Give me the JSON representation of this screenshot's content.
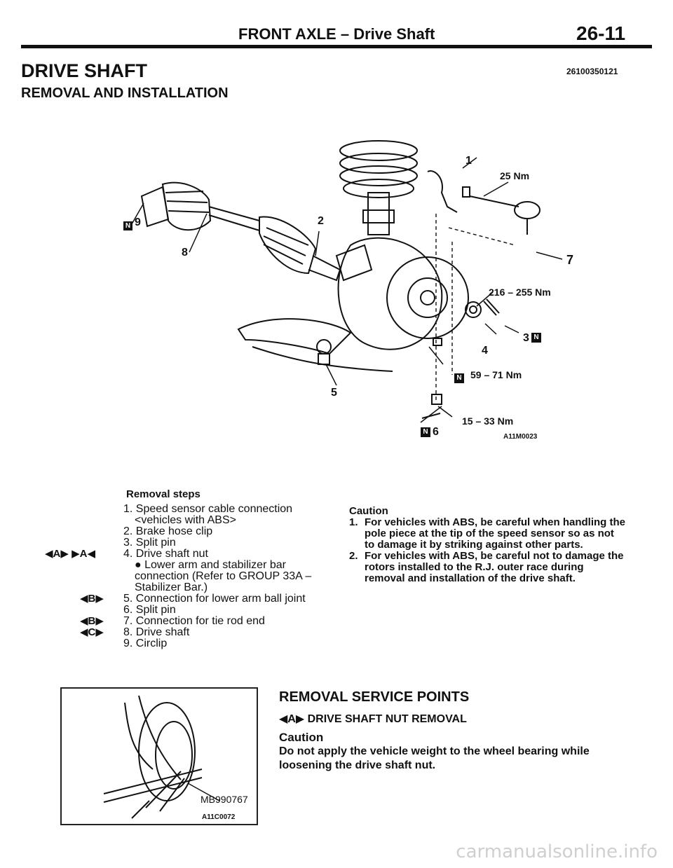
{
  "header": {
    "title": "FRONT AXLE – Drive Shaft",
    "page": "26-11"
  },
  "heading": {
    "main": "DRIVE SHAFT",
    "code": "26100350121",
    "sub": "REMOVAL AND INSTALLATION"
  },
  "diagram": {
    "code": "A11M0023",
    "callouts": {
      "c1": "1",
      "c2": "2",
      "c3": "3",
      "c4": "4",
      "c5": "5",
      "c6": "6",
      "c7": "7",
      "c8": "8",
      "c9": "9"
    },
    "torques": {
      "t1": "25 Nm",
      "t2": "216 – 255 Nm",
      "t3": "59 – 71 Nm",
      "t4": "15 – 33 Nm"
    },
    "new_mark": "N"
  },
  "removal_steps": {
    "title": "Removal steps",
    "steps": [
      {
        "ind": "",
        "text": "1. Speed sensor cable connection"
      },
      {
        "ind": "",
        "text": "<vehicles with ABS>"
      },
      {
        "ind": "",
        "text": "2. Brake hose clip"
      },
      {
        "ind": "",
        "text": "3. Split pin"
      },
      {
        "ind": "◀A▶  ▶A◀",
        "text": "4. Drive shaft nut"
      },
      {
        "ind": "",
        "text": "● Lower arm and stabilizer bar"
      },
      {
        "ind": "",
        "text": "connection (Refer to GROUP 33A –"
      },
      {
        "ind": "",
        "text": "Stabilizer Bar.)"
      },
      {
        "ind": "◀B▶",
        "text": "5. Connection for lower arm ball joint"
      },
      {
        "ind": "",
        "text": "6. Split pin"
      },
      {
        "ind": "◀B▶",
        "text": "7. Connection for tie rod end"
      },
      {
        "ind": "◀C▶",
        "text": "8. Drive shaft"
      },
      {
        "ind": "",
        "text": "9. Circlip"
      }
    ]
  },
  "caution": {
    "title": "Caution",
    "items": [
      {
        "num": "1.",
        "text": "For vehicles with ABS, be careful when handling the pole piece at the tip of the speed sensor so as not to damage it by striking against other parts."
      },
      {
        "num": "2.",
        "text": "For vehicles with ABS, be careful not to damage the rotors installed to the R.J. outer race during removal and installation of the drive shaft."
      }
    ]
  },
  "figure2": {
    "tool": "MB990767",
    "code": "A11C0072"
  },
  "service_points": {
    "title": "REMOVAL SERVICE POINTS",
    "sub_marker": "◀A▶",
    "sub": "DRIVE SHAFT NUT REMOVAL",
    "caution_title": "Caution",
    "caution_text": "Do not apply the vehicle weight to the wheel bearing while loosening the drive shaft nut."
  },
  "watermark": "carmanualsonline.info"
}
